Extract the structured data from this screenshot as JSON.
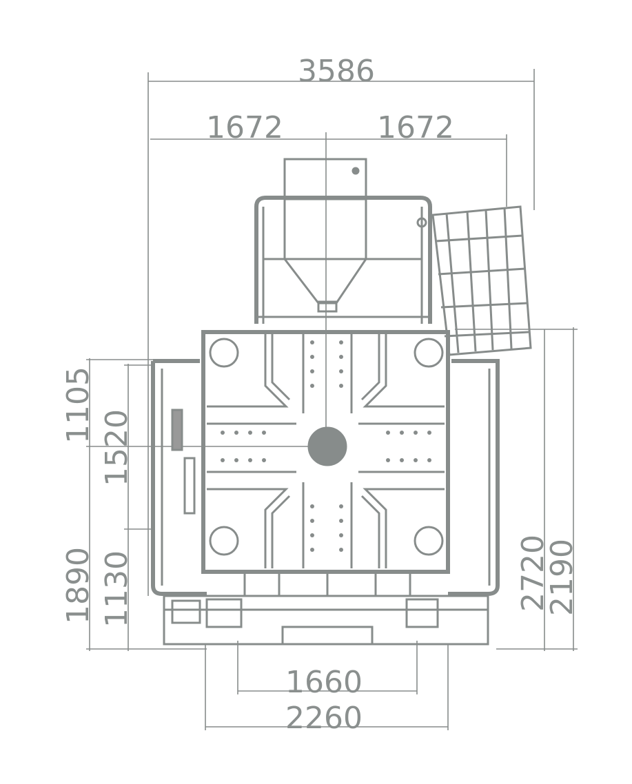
{
  "drawing": {
    "line_color": "#878c8b",
    "text_color": "#8a8f8e",
    "dimensions": {
      "overall_width": "3586",
      "half_width_left": "1672",
      "half_width_right": "1672",
      "left_outer_upper": "1105",
      "left_outer_lower": "1890",
      "left_inner_upper": "1520",
      "left_inner_lower": "1130",
      "right_inner": "2720",
      "right_outer": "2190",
      "bottom_inner": "1660",
      "bottom_outer": "2260"
    }
  }
}
